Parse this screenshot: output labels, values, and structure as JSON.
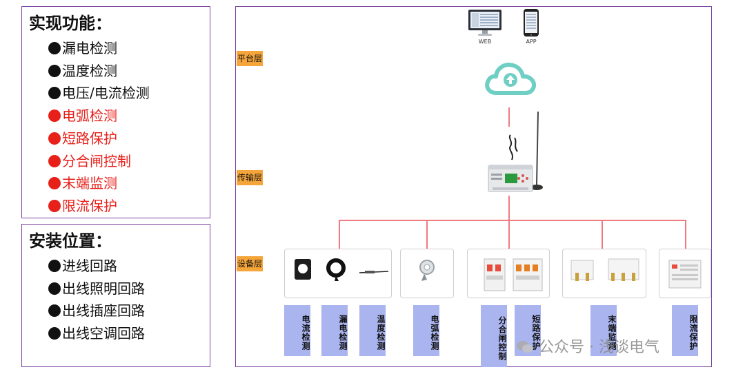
{
  "features": {
    "title": "实现功能：",
    "items": [
      {
        "text": "漏电检测",
        "highlight": false
      },
      {
        "text": "温度检测",
        "highlight": false
      },
      {
        "text": "电压/电流检测",
        "highlight": false
      },
      {
        "text": "电弧检测",
        "highlight": true
      },
      {
        "text": "短路保护",
        "highlight": true
      },
      {
        "text": "分合闸控制",
        "highlight": true
      },
      {
        "text": "末端监测",
        "highlight": true
      },
      {
        "text": "限流保护",
        "highlight": true
      }
    ]
  },
  "install": {
    "title": "安装位置：",
    "items": [
      "进线回路",
      "出线照明回路",
      "出线插座回路",
      "出线空调回路"
    ]
  },
  "layers": {
    "platform": "平台层",
    "transport": "传输层",
    "device": "设备层"
  },
  "clients": {
    "web": "WEB",
    "app": "APP"
  },
  "device_labels": [
    "电流检测",
    "漏电检测",
    "温度检测",
    "电弧检测",
    "分合闸控制",
    "短路保护",
    "末端监测",
    "限流保护"
  ],
  "watermark": "公众号 · 浅谈电气",
  "colors": {
    "accent_line": "#ee7b80",
    "layer_tag": "#f5a53a",
    "label_bg": "#aab4ee",
    "highlight": "#e8201a",
    "panel_border": "#7a3fa0",
    "cloud": "#6fcfc4"
  }
}
